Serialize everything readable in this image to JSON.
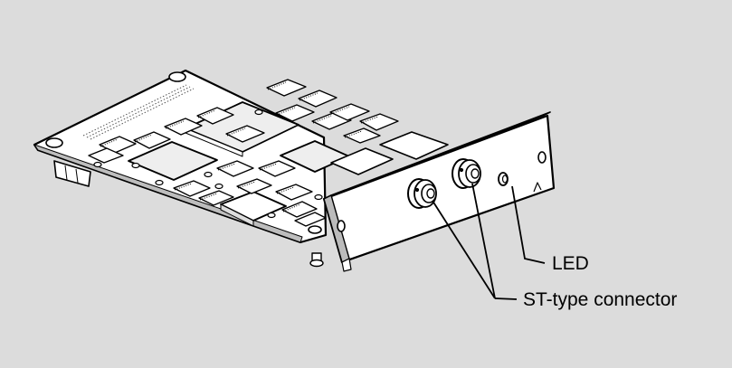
{
  "figure": {
    "callouts": [
      {
        "id": "led",
        "label": "LED"
      },
      {
        "id": "st",
        "label": "ST-type connector"
      }
    ]
  }
}
